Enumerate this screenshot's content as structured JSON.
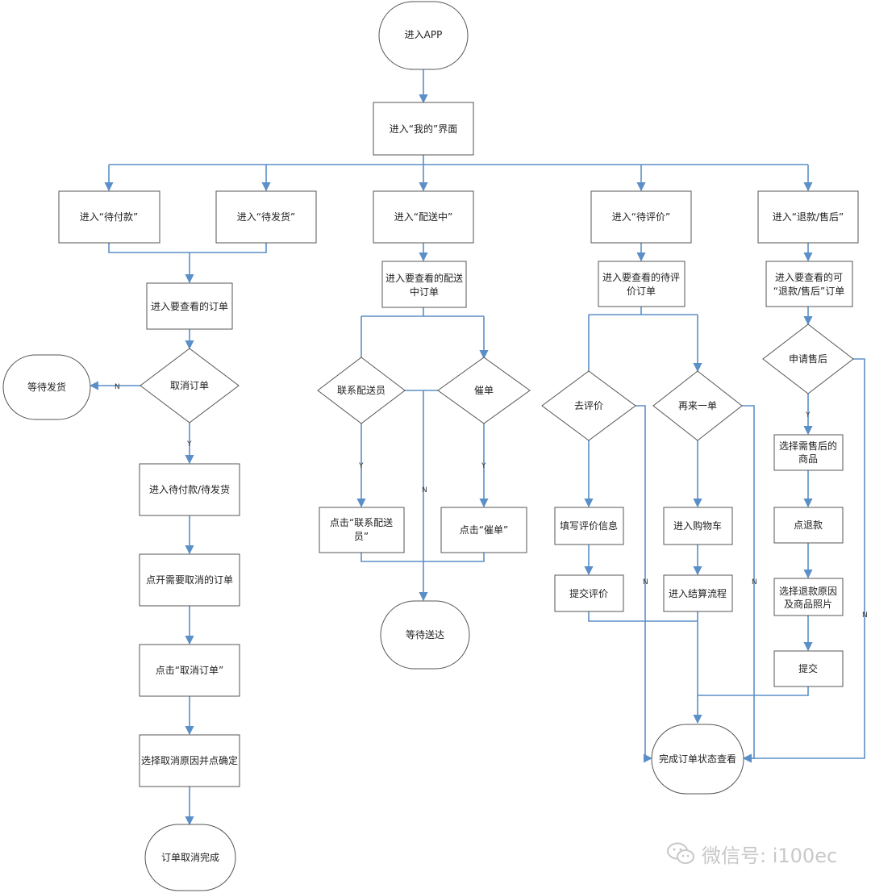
{
  "nodes": {
    "enter_app": "进入APP",
    "enter_mine": "进入“我的”界面",
    "pending_pay": "进入“待付款”",
    "pending_ship": "进入“待发货”",
    "delivering": "进入“配送中”",
    "pending_review": "进入“待评价”",
    "refund": "进入“退款/售后”",
    "view_order": "进入要查看的订单",
    "cancel_order_q": "取消订单",
    "wait_ship": "等待发货",
    "enter_pay_ship": "进入待付款/待发货",
    "open_cancel": "点开需要取消的订单",
    "click_cancel": "点击“取消订单”",
    "choose_reason": "选择取消原因并点确定",
    "cancel_done": "订单取消完成",
    "view_delivering": [
      "进入要查看的配送",
      "中订单"
    ],
    "contact_courier_q": "联系配送员",
    "urge_q": "催单",
    "click_contact": [
      "点击“联系配送",
      "员”"
    ],
    "click_urge": "点击“催单”",
    "wait_arrive": "等待送达",
    "view_review": [
      "进入要查看的待评",
      "价订单"
    ],
    "go_review_q": "去评价",
    "buy_again_q": "再来一单",
    "fill_review": "填写评价信息",
    "submit_review": "提交评价",
    "enter_cart": "进入购物车",
    "checkout": "进入结算流程",
    "view_refund": [
      "进入要查看的可",
      "“退款/售后”订单"
    ],
    "apply_aftersale_q": "申请售后",
    "select_goods": [
      "选择需售后的",
      "商品"
    ],
    "click_refund": "点退款",
    "refund_reason": [
      "选择退款原因",
      "及商品照片"
    ],
    "submit": "提交",
    "finish": "完成订单状态查看"
  },
  "edge_labels": {
    "yes": "Y",
    "no": "N"
  },
  "watermark": "微信号: i100ec",
  "colors": {
    "line": "#5b8fc7",
    "box_border": "#555555"
  }
}
